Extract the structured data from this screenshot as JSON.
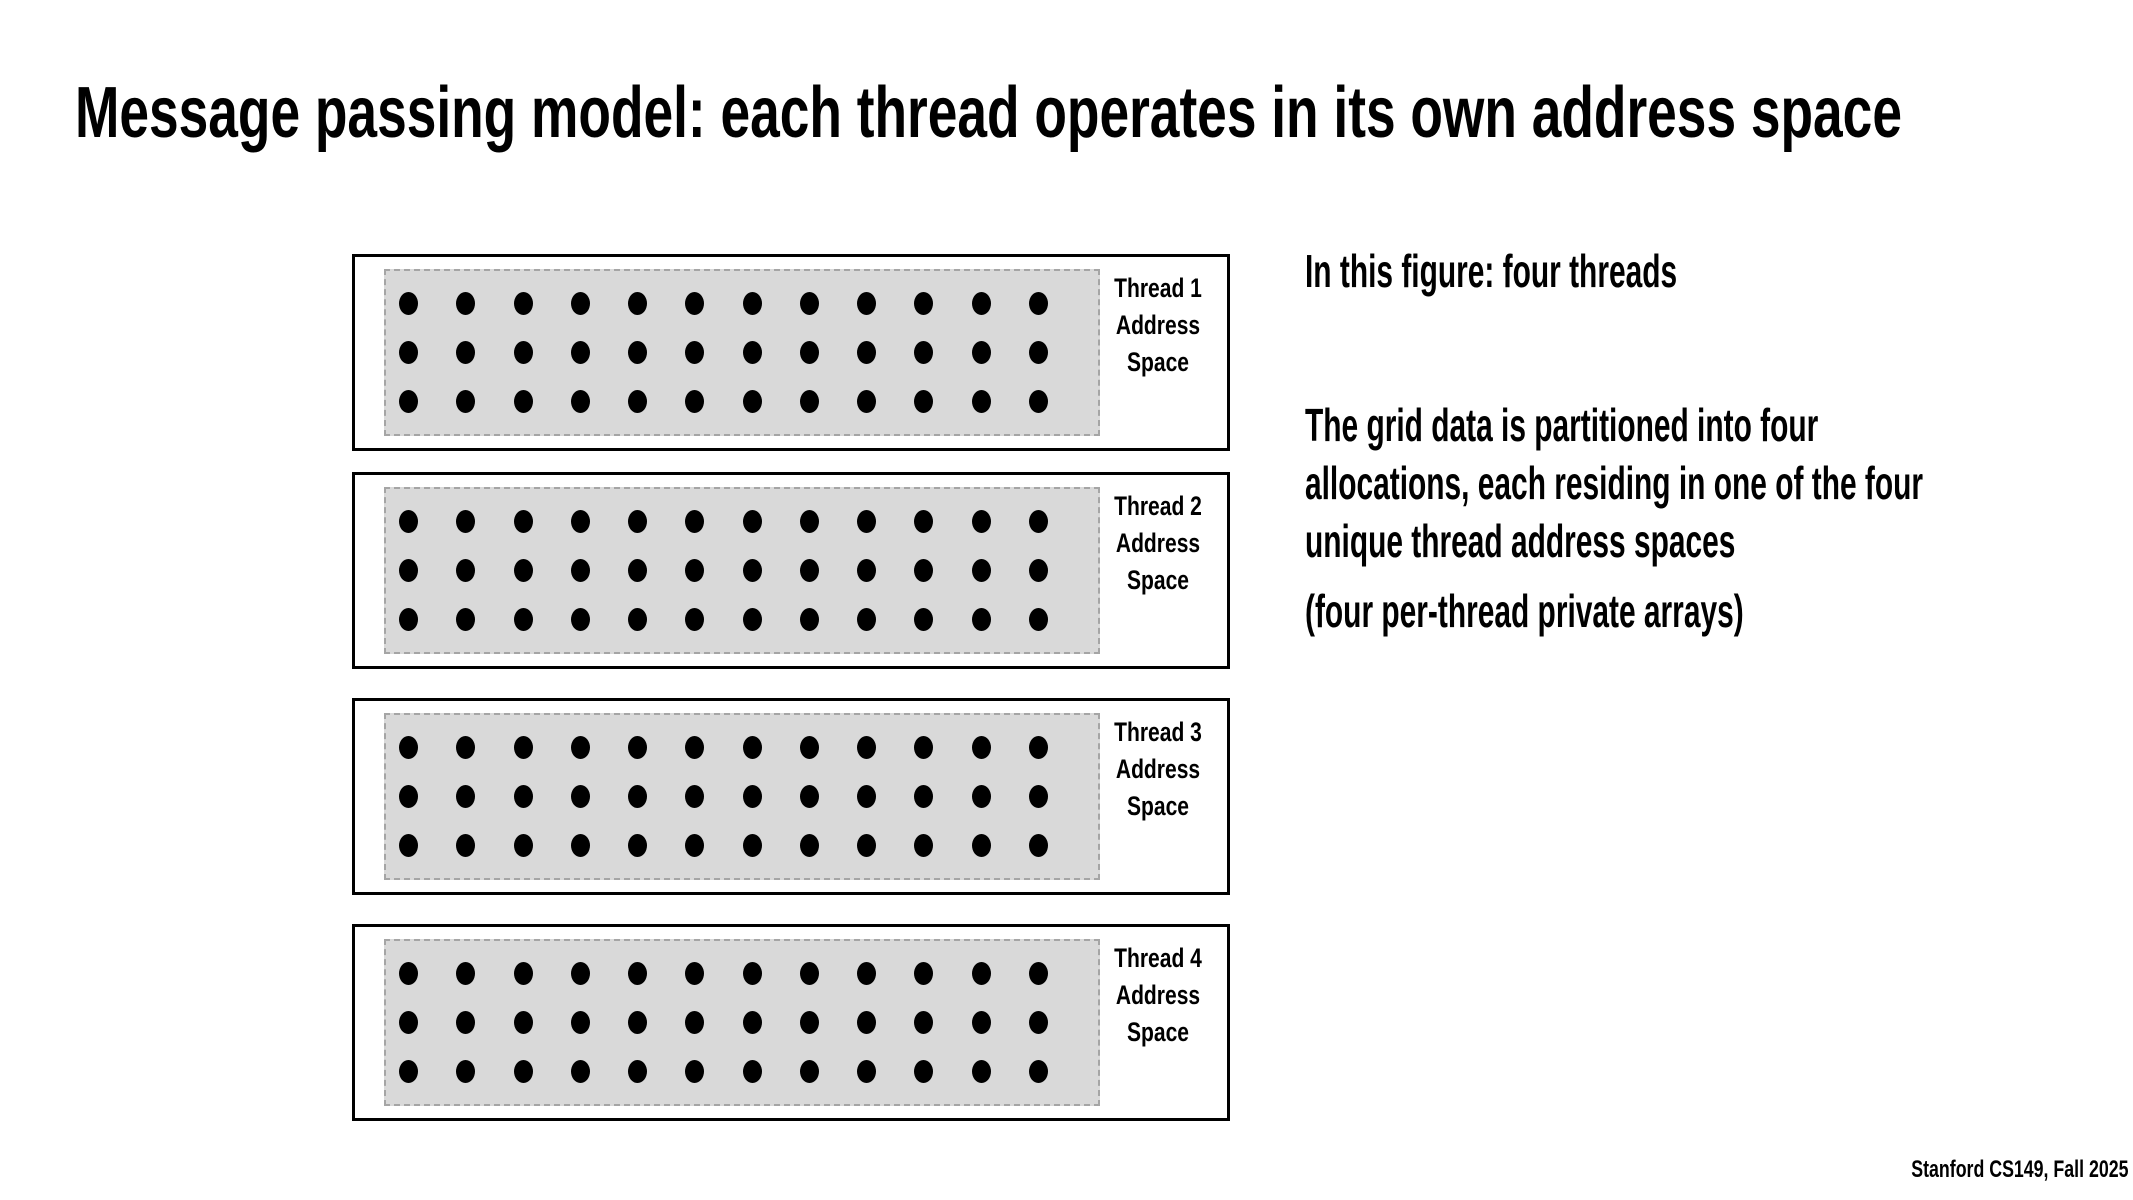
{
  "slide": {
    "title": "Message passing model: each thread operates in its own address space",
    "footer": "Stanford CS149, Fall 2025"
  },
  "right_column": {
    "heading": "In this figure: four threads",
    "paragraph_lines": [
      "The grid data is partitioned into four",
      "allocations, each residing in one of the four",
      "unique thread address spaces"
    ],
    "note": "(four per-thread private arrays)"
  },
  "threads": [
    {
      "label_lines": [
        "Thread 1",
        "Address",
        "Space"
      ]
    },
    {
      "label_lines": [
        "Thread 2",
        "Address",
        "Space"
      ]
    },
    {
      "label_lines": [
        "Thread 3",
        "Address",
        "Space"
      ]
    },
    {
      "label_lines": [
        "Thread 4",
        "Address",
        "Space"
      ]
    }
  ],
  "grid": {
    "rows": 3,
    "cols": 12,
    "dots_per_thread": 36
  },
  "colors": {
    "background": "#ffffff",
    "text": "#000000",
    "box_border": "#000000",
    "allocation_fill": "#d9d9d9",
    "allocation_border": "#a5a5a5",
    "dot": "#000000"
  }
}
